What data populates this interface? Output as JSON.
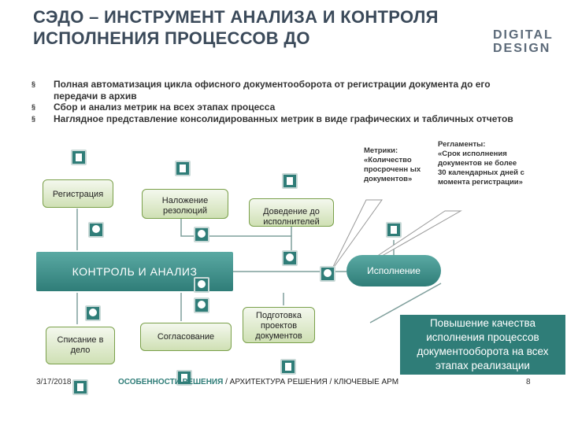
{
  "title": "СЭДО – ИНСТРУМЕНТ АНАЛИЗА И КОНТРОЛЯ ИСПОЛНЕНИЯ ПРОЦЕССОВ ДО",
  "logo": {
    "line1": "DIGITAL",
    "line2": "DESIGN"
  },
  "bullets": [
    "Полная автоматизация цикла офисного документооборота от регистрации документа до его передачи в архив",
    "Сбор и анализ метрик на всех этапах процесса",
    "Наглядное представление консолидированных метрик в виде графических и табличных отчетов"
  ],
  "bullet_mark": "§",
  "nodes": {
    "registration": "Регистрация",
    "resolutions": "Наложение резолюций",
    "delivery": "Доведение до исполнителей",
    "control": "КОНТРОЛЬ И АНАЛИЗ",
    "execution": "Исполнение",
    "writeoff": "Списание в дело",
    "approval": "Согласование",
    "preparation": "Подготовка проектов документов"
  },
  "callouts": {
    "metrics_head": "Метрики:",
    "metrics_body": "«Количество просроченн ых документов»",
    "regulations_head": "Регламенты:",
    "regulations_body": "«Срок исполнения документов не более 30 календарных дней с момента регистрации»"
  },
  "highlight": "Повышение качества исполнения процессов документооборота на всех этапах реализации",
  "footer": {
    "date": "3/17/2018",
    "nav_active": "ОСОБЕННОСТИ РЕШЕНИЯ",
    "nav_rest": " / АРХИТЕКТУРА РЕШЕНИЯ / КЛЮЧЕВЫЕ АРМ",
    "page": "8"
  },
  "colors": {
    "teal": "#2f7d78",
    "green_box": "#cfe0b4",
    "title": "#3b4a5a"
  }
}
